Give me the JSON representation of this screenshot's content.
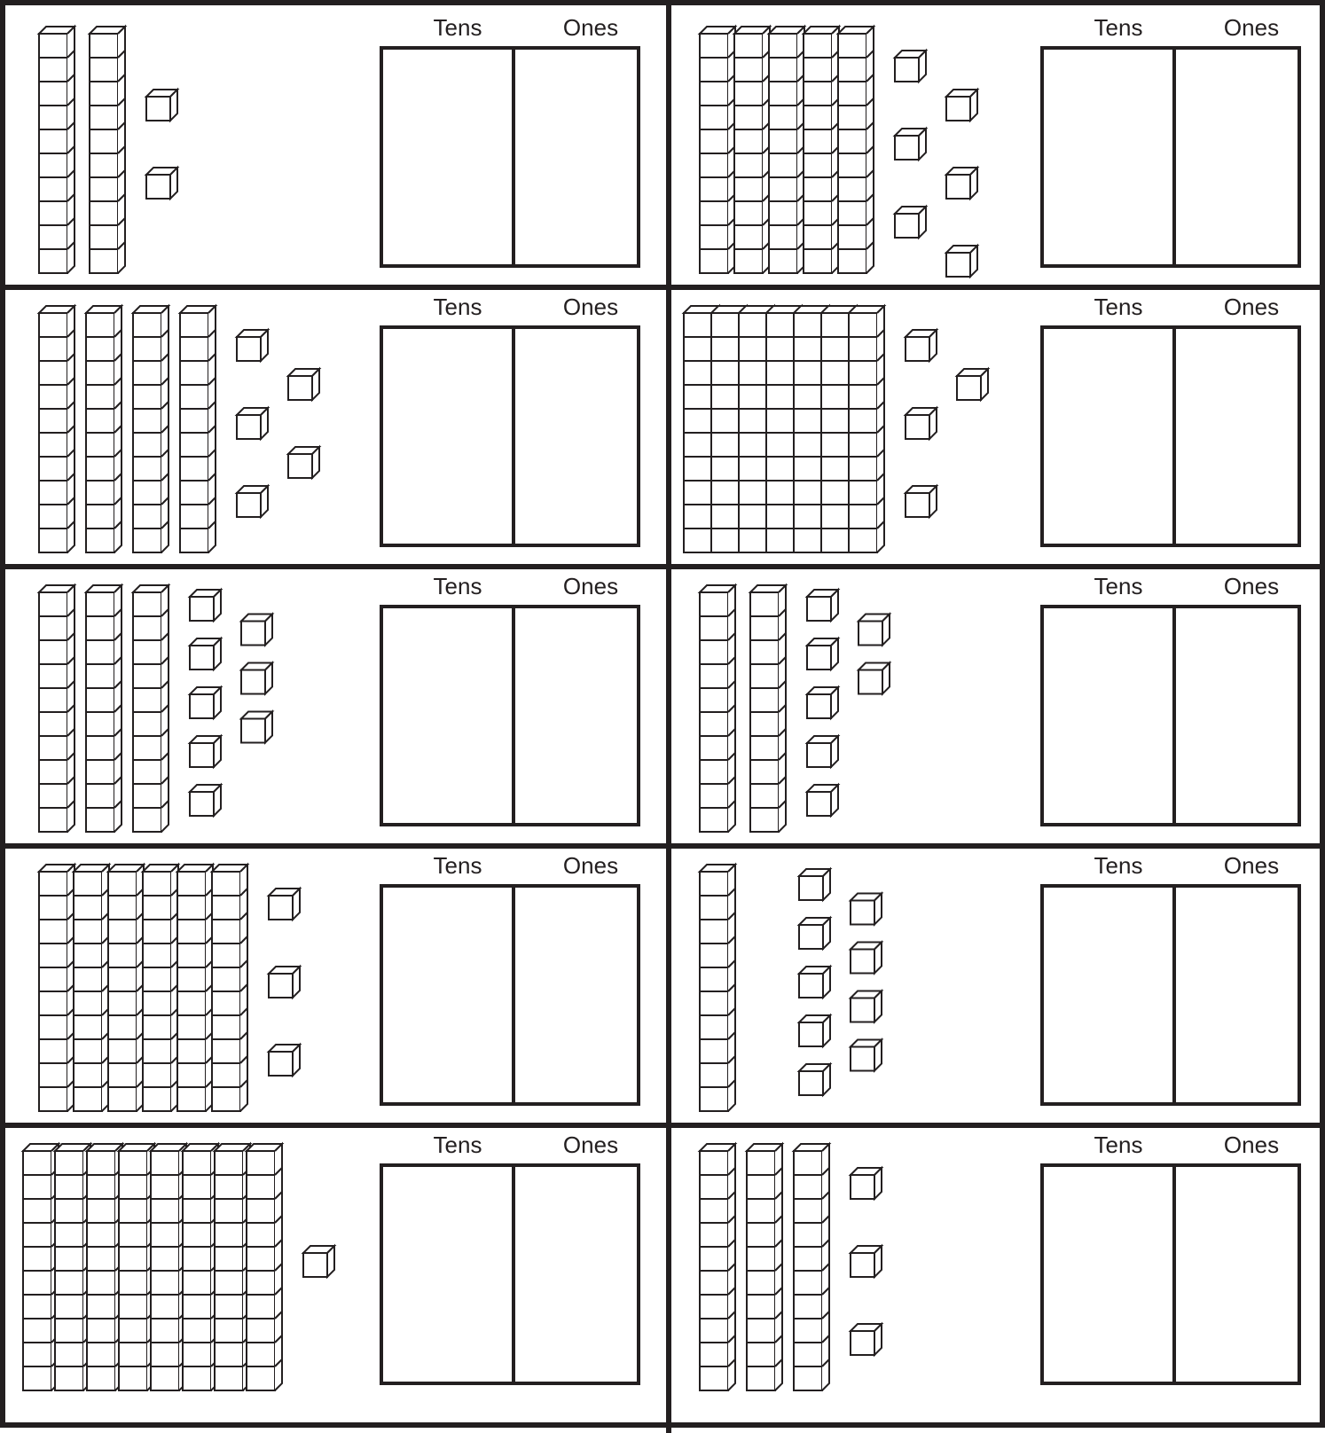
{
  "headers": {
    "tens": "Tens",
    "ones": "Ones"
  },
  "problems": [
    {
      "tens_rods": 2,
      "unit_cubes": 2
    },
    {
      "tens_rods": 5,
      "unit_cubes": 6
    },
    {
      "tens_rods": 4,
      "unit_cubes": 5
    },
    {
      "tens_rods": 7,
      "unit_cubes": 4
    },
    {
      "tens_rods": 3,
      "unit_cubes": 8
    },
    {
      "tens_rods": 2,
      "unit_cubes": 7
    },
    {
      "tens_rods": 6,
      "unit_cubes": 3
    },
    {
      "tens_rods": 1,
      "unit_cubes": 9
    },
    {
      "tens_rods": 8,
      "unit_cubes": 1
    },
    {
      "tens_rods": 3,
      "unit_cubes": 3
    }
  ],
  "colors": {
    "ink": "#231f20",
    "paper": "#ffffff"
  }
}
